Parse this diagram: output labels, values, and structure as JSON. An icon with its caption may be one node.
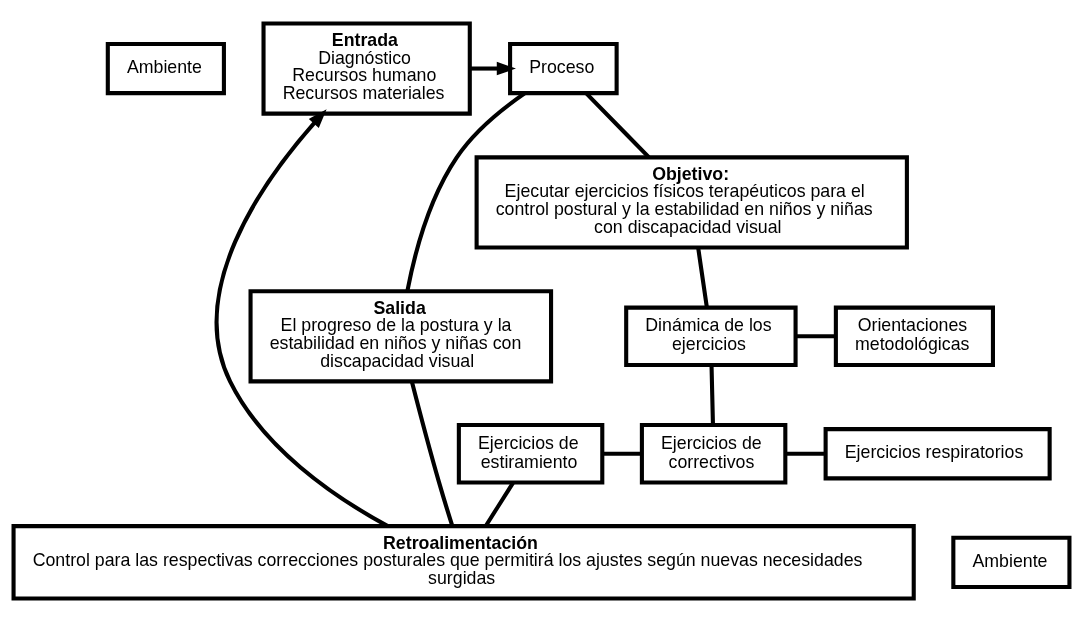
{
  "diagram": {
    "nodes": [
      {
        "text": [
          "Ambiente"
        ]
      },
      {
        "text": [
          "Entrada",
          "Diagnóstico",
          "Recursos humano",
          "Recursos materiales"
        ]
      },
      {
        "text": [
          "Proceso"
        ]
      },
      {
        "text": [
          "Objetivo:",
          "Ejecutar ejercicios físicos terapéuticos para el control postural y la estabilidad en niños y niñas con discapacidad visual"
        ]
      },
      {
        "text": [
          "Salida",
          "El progreso de la postura y la estabilidad en niños y niñas con discapacidad visual"
        ]
      },
      {
        "text": [
          "Dinámica de los ejercicios"
        ]
      },
      {
        "text": [
          "Orientaciones metodológicas"
        ]
      },
      {
        "text": [
          "Ejercicios de estiramiento"
        ]
      },
      {
        "text": [
          "Ejercicios de correctivos"
        ]
      },
      {
        "text": [
          "Ejercicios respiratorios"
        ]
      },
      {
        "text": [
          "Retroalimentación",
          "Control para las respectivas correcciones posturales que permitirá los ajustes según nuevas necesidades surgidas"
        ]
      },
      {
        "text": [
          "Ambiente"
        ]
      }
    ],
    "edges": [
      {
        "from": 1,
        "to": 2,
        "arrow": "to"
      },
      {
        "from": 2,
        "to": 4,
        "arrow": "none"
      },
      {
        "from": 2,
        "to": 3,
        "arrow": "none"
      },
      {
        "from": 3,
        "to": 5,
        "arrow": "none"
      },
      {
        "from": 5,
        "to": 6,
        "arrow": "none"
      },
      {
        "from": 5,
        "to": 8,
        "arrow": "none"
      },
      {
        "from": 7,
        "to": 8,
        "arrow": "none"
      },
      {
        "from": 8,
        "to": 9,
        "arrow": "none"
      },
      {
        "from": 7,
        "to": 10,
        "arrow": "none"
      },
      {
        "from": 4,
        "to": 10,
        "arrow": "none"
      },
      {
        "from": 10,
        "to": 1,
        "arrow": "to"
      }
    ]
  }
}
